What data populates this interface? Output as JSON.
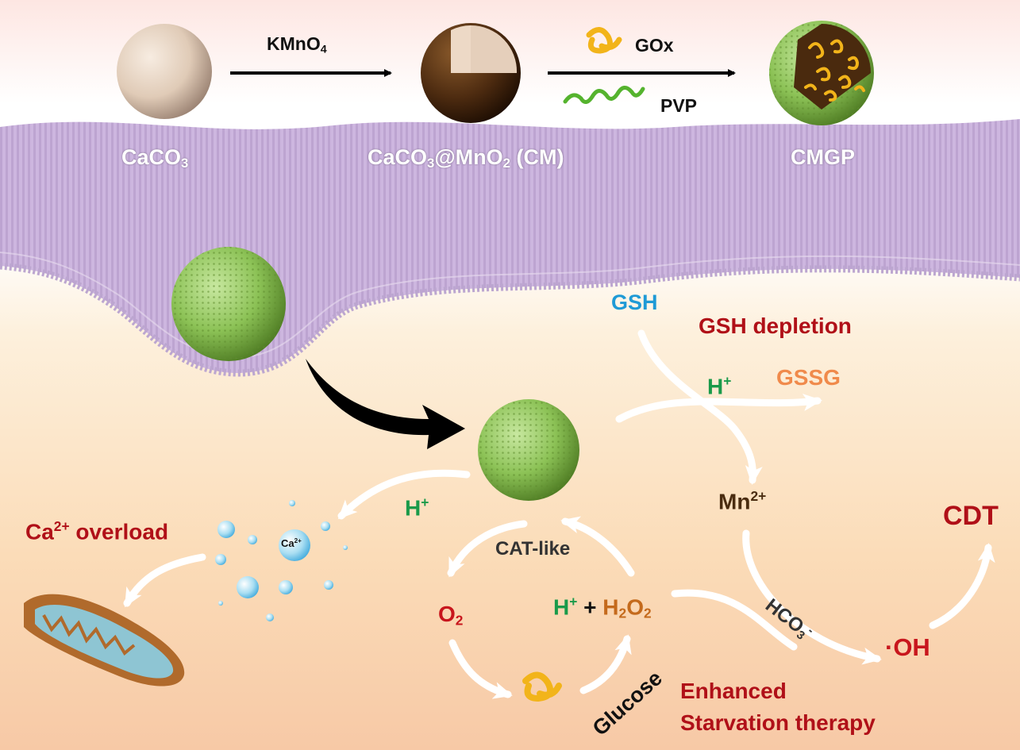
{
  "colors": {
    "membrane": "#cfb8e0",
    "particle_green": "#8cc256",
    "text_red": "#c8161d",
    "text_green": "#1a9a4a",
    "text_orange": "#c46a1c",
    "text_blue": "#1e9ad6"
  },
  "synthesis": {
    "step1_reagent": {
      "main": "KMnO",
      "sub": "4"
    },
    "step2_reagent_a": "GOx",
    "step2_reagent_b": "PVP",
    "caco3": {
      "main": "CaCO",
      "sub": "3"
    },
    "cm": {
      "a": "CaCO",
      "sub1": "3",
      "b": "@MnO",
      "sub2": "2",
      "c": " (CM)"
    },
    "cmgp": "CMGP"
  },
  "pathways": {
    "gsh": "GSH",
    "gsh_depletion": "GSH depletion",
    "h_plus_gsh": {
      "main": "H",
      "sup": "+"
    },
    "gssg": "GSSG",
    "mn2": {
      "main": "Mn",
      "sup": "2+"
    },
    "hco3": {
      "main": "HCO",
      "sub": "3",
      "sup": "-"
    },
    "oh": "·OH",
    "cdt": "CDT",
    "h_plus_left": {
      "main": "H",
      "sup": "+"
    },
    "ca_overload": {
      "main": "Ca",
      "sup": "2+",
      "rest": " overload"
    },
    "ca_bubble": {
      "main": "Ca",
      "sup": "2+"
    },
    "cat_like": "CAT-like",
    "o2": {
      "main": "O",
      "sub": "2"
    },
    "h_h2o2": {
      "h": "H",
      "hsup": "+",
      "plus": " + ",
      "a": "H",
      "sub1": "2",
      "b": "O",
      "sub2": "2"
    },
    "glucose": "Glucose",
    "starvation_line1": "Enhanced",
    "starvation_line2": "Starvation therapy"
  }
}
